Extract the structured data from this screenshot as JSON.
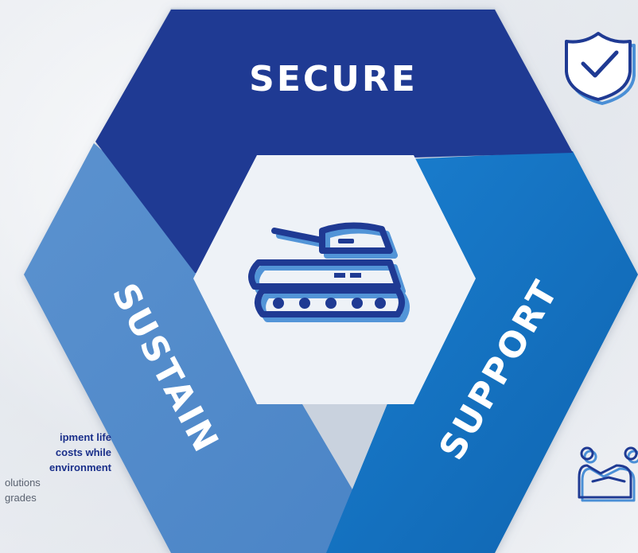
{
  "segments": {
    "secure": "SECURE",
    "support": "SUPPORT",
    "sustain": "SUSTAIN"
  },
  "side_text": {
    "bold_lines": [
      "ipment life",
      "costs while",
      "environment"
    ],
    "light_lines": [
      "olutions",
      "grades"
    ]
  },
  "icons": {
    "center": "tank-icon",
    "top_right": "shield-check-icon",
    "bottom_right": "handshake-people-icon"
  },
  "colors": {
    "secure": "#1f3a93",
    "support": "#1474c4",
    "sustain": "#5b92cf",
    "icon": "#1f3a93",
    "icon_shadow": "#4a8fd6",
    "center_bg": "#eef2f7"
  }
}
